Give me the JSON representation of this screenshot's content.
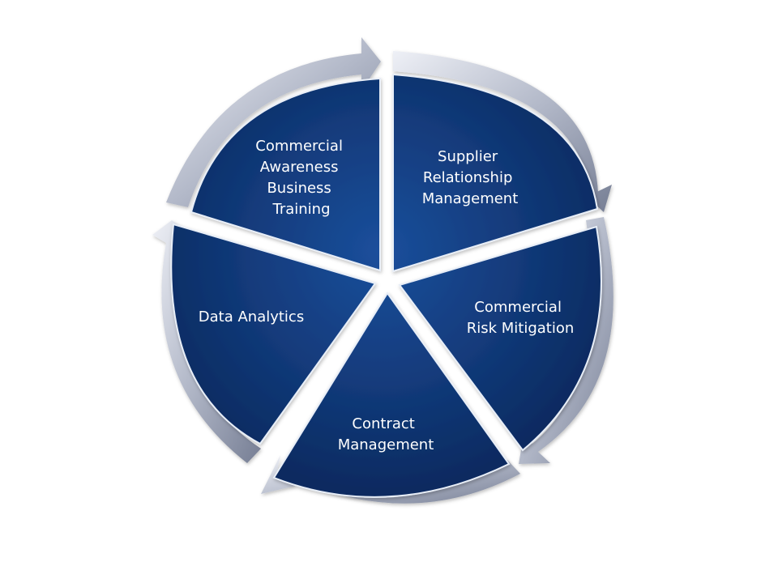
{
  "diagram": {
    "segments": [
      {
        "id": "supplier",
        "lines": [
          "Supplier",
          "Relationship",
          "Management"
        ]
      },
      {
        "id": "risk",
        "lines": [
          "Commercial",
          "Risk Mitigation"
        ]
      },
      {
        "id": "contract",
        "lines": [
          "Contract",
          "Management"
        ]
      },
      {
        "id": "analytics",
        "lines": [
          "Data Analytics"
        ]
      },
      {
        "id": "awareness",
        "lines": [
          "Commercial",
          "Awareness",
          "Business",
          "Training"
        ]
      }
    ],
    "colors": {
      "segment_light": "#1b4f9c",
      "segment_dark": "#0b2a60",
      "arrow_light": "#eef0f6",
      "arrow_mid": "#b3b9c9",
      "arrow_dark": "#767e94"
    }
  }
}
